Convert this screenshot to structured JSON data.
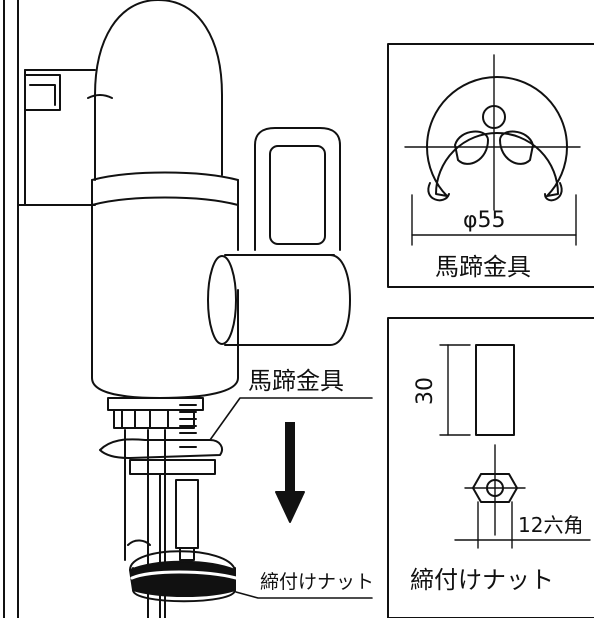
{
  "labels": {
    "phi55": "φ55",
    "horseshoe_box_caption": "馬蹄金具",
    "horseshoe_callout": "馬蹄金具",
    "dim_30": "30",
    "hex_12": "12六角",
    "nut_box_caption": "締付けナット",
    "nut_callout": "締付けナット"
  },
  "colors": {
    "line": "#111111",
    "background": "#ffffff"
  }
}
